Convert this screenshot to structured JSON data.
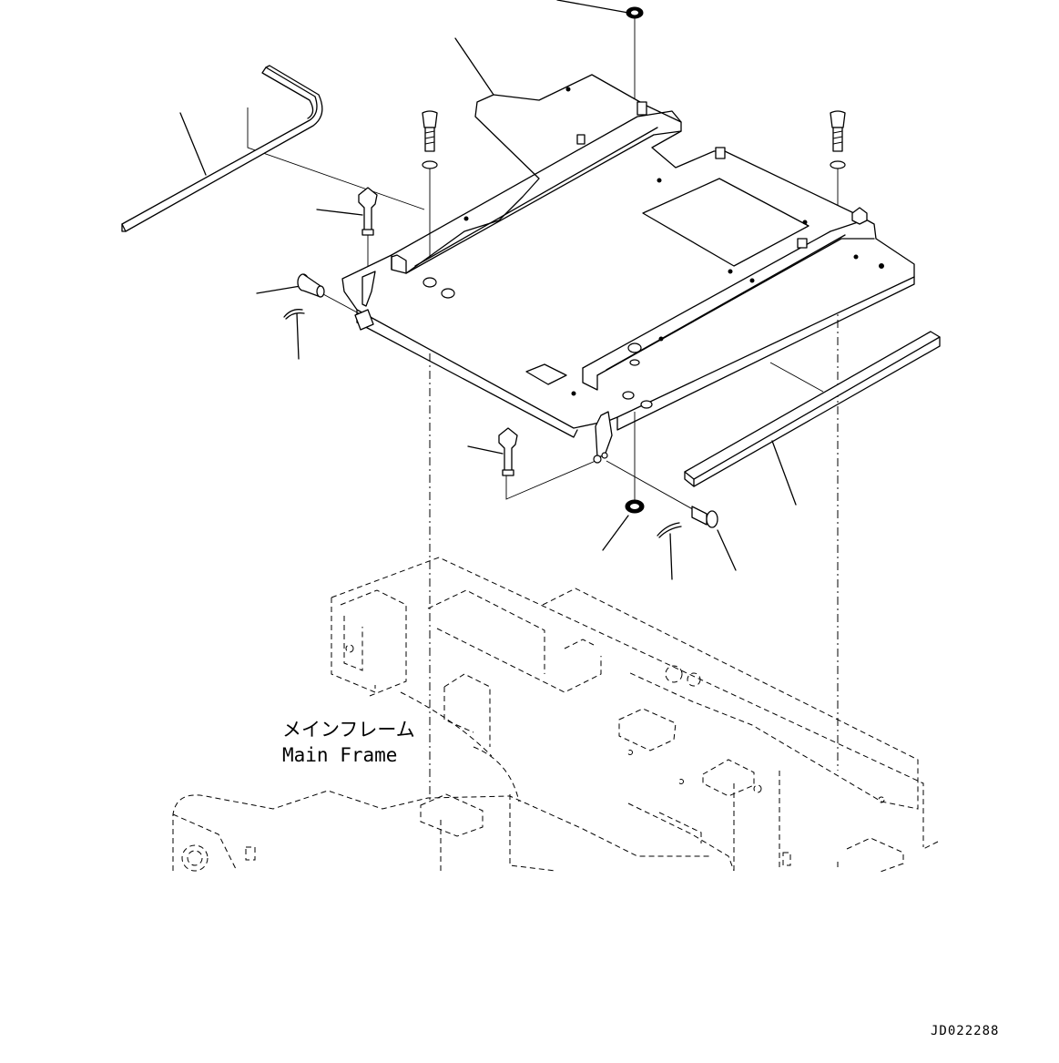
{
  "labels": {
    "main_frame_jp": "メインフレーム",
    "main_frame_en": "Main Frame",
    "drawing_code": "JD022288"
  },
  "colors": {
    "ink": "#000000",
    "paper": "#ffffff"
  }
}
